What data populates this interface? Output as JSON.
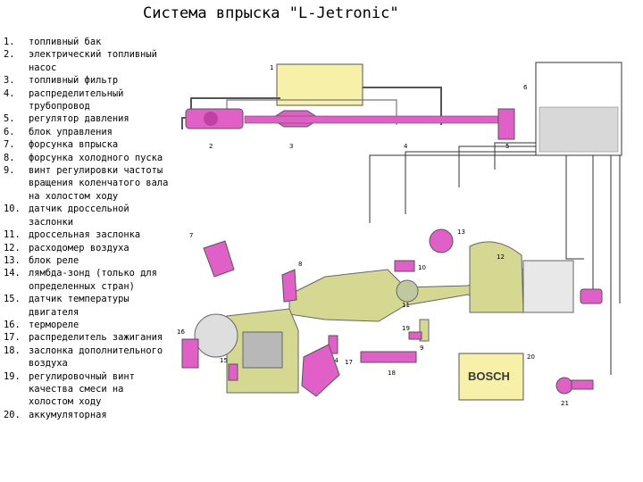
{
  "title": "Система впрыска \"L-Jetronic\"",
  "legend": [
    {
      "num": "1.",
      "text": "топливный бак"
    },
    {
      "num": "2.",
      "text": "электрический топливный насос"
    },
    {
      "num": "3.",
      "text": "топливный фильтр"
    },
    {
      "num": "4.",
      "text": "распределительный трубопровод"
    },
    {
      "num": "5.",
      "text": "регулятор давления"
    },
    {
      "num": "6.",
      "text": "блок управления"
    },
    {
      "num": "7.",
      "text": "форсунка впрыска"
    },
    {
      "num": "8.",
      "text": "форсунка холодного пуска"
    },
    {
      "num": "9.",
      "text": "винт регулировки частоты вращения коленчатого вала на холостом ходу"
    },
    {
      "num": "10.",
      "text": "датчик дроссельной заслонки"
    },
    {
      "num": "11.",
      "text": "дроссельная заслонка"
    },
    {
      "num": "12.",
      "text": "расходомер воздуха"
    },
    {
      "num": "13.",
      "text": "блок реле"
    },
    {
      "num": "14.",
      "text": "лямбда-зонд (только для определенных стран)"
    },
    {
      "num": "15.",
      "text": "датчик температуры двигателя"
    },
    {
      "num": "16.",
      "text": "термореле"
    },
    {
      "num": "17.",
      "text": "распределитель зажигания"
    },
    {
      "num": "18.",
      "text": "заслонка дополнительного воздуха"
    },
    {
      "num": "19.",
      "text": "регулировочный винт качества смеси на холостом ходу"
    },
    {
      "num": "20.",
      "text": "аккумуляторная"
    }
  ],
  "diagram": {
    "labels": {
      "tank": "1",
      "pump": "2",
      "filter": "3",
      "rail": "4",
      "regulator": "5",
      "ecu": "6",
      "injector": "7",
      "cold_start": "8",
      "idle_screw": "9",
      "throttle_sensor": "10",
      "throttle_valve": "11",
      "airflow_meter": "12",
      "relay": "13",
      "lambda": "14",
      "temp_sensor": "15",
      "thermo_switch": "16",
      "distributor": "17",
      "aux_air": "18",
      "mixture_screw": "19",
      "battery": "20",
      "ignition": "21"
    },
    "battery_brand": "BOSCH"
  },
  "colors": {
    "fuel": "#e060c8",
    "air": "#d4d890",
    "tank": "#f6f0a8",
    "wire": "#333333"
  }
}
